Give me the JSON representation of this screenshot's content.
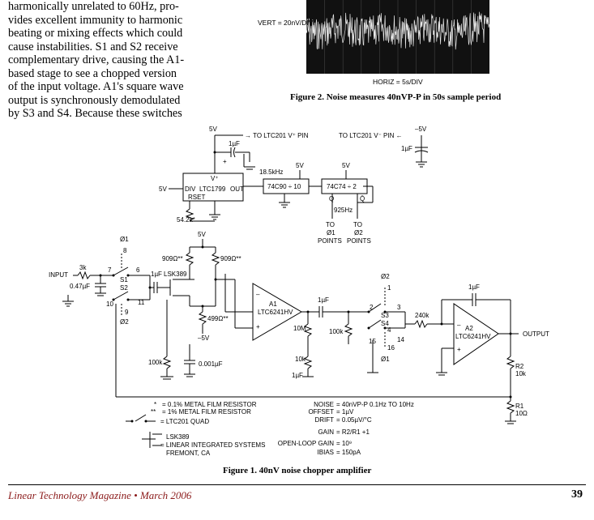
{
  "article_text": [
    "harmonically unrelated to 60Hz, pro-",
    "vides excellent immunity to harmonic",
    "beating or mixing effects which could",
    "cause instabilities. S1 and S2 receive",
    "complementary drive, causing the A1-",
    "based stage to see a chopped version",
    "of the input voltage. A1's square wave",
    "output is synchronously demodulated",
    "by S3 and S4. Because these switches"
  ],
  "figure2": {
    "vert_label": "VERT = 20nV/DIV",
    "horiz_label": "HORIZ = 5s/DIV",
    "caption": "Figure 2. Noise measures 40nVP-P in 50s sample period"
  },
  "figure1": {
    "caption": "Figure 1. 40nV noise chopper amplifier",
    "labels": {
      "v5_top": "5V",
      "to_v_plus": "→ TO LTC201 V⁺ PIN",
      "to_v_minus": "TO LTC201 V⁻ PIN ←",
      "neg5v_top": "–5V",
      "cap_1uf_a": "1µF",
      "cap_1uf_b": "1µF",
      "plus": "+",
      "ltc1799": "LTC1799",
      "vplus": "V⁺",
      "div": "DIV",
      "out": "OUT",
      "rset": "RSET",
      "v5_left": "5V",
      "res_542k": "54.2k*",
      "freq_185": "18.5kHz",
      "v5_mid": "5V",
      "v5_mid2": "5V",
      "c90": "74C90 ÷ 10",
      "c74": "74C74 ÷ 2",
      "q": "Q",
      "qbar": "Q̄",
      "freq_925": "925Hz",
      "to1": "TO",
      "to2": "TO",
      "phi1_points": "Ø1",
      "phi2_points": "Ø2",
      "points1": "POINTS",
      "points2": "POINTS",
      "phi1_a": "Ø1",
      "n8": "8",
      "v5_amp": "5V",
      "r909a": "909Ω**",
      "r909b": "909Ω**",
      "input": "INPUT",
      "r3k": "3k",
      "n7": "7",
      "n6": "6",
      "s1": "S1",
      "s2": "S2",
      "c047": "0.47µF",
      "c1uf_in": "1µF",
      "lsk389": "LSK389",
      "n10": "10",
      "n9": "9",
      "n11": "11",
      "phi2_a": "Ø2",
      "r499": "499Ω**",
      "neg5v": "–5V",
      "a1": "A1",
      "ltc6241a": "LTC6241HV",
      "minus1": "–",
      "plus1": "+",
      "c1uf_mid": "1µF",
      "r10m": "10M",
      "r10k": "10k",
      "c1uf_low": "1µF",
      "r100k_a": "100k",
      "r100k_b": "100k",
      "c0001": "0.001µF",
      "phi2_b": "Ø2",
      "n1": "1",
      "n2": "2",
      "n3": "3",
      "s3": "S3",
      "s4": "S4",
      "n4": "4",
      "n15": "15",
      "n16": "16",
      "n14": "14",
      "phi1_b": "Ø1",
      "r240k": "240k",
      "c1uf_fb": "1µF",
      "a2": "A2",
      "ltc6241b": "LTC6241HV",
      "minus2": "–",
      "plus2": "+",
      "output": "OUTPUT",
      "r2": "R2",
      "r2v": "10k",
      "r1": "R1",
      "r1v": "10Ω"
    },
    "legend": [
      {
        "sym": "*",
        "text": "= 0.1% METAL FILM RESISTOR"
      },
      {
        "sym": "**",
        "text": "= 1% METAL FILM RESISTOR"
      },
      {
        "sym": "",
        "text": "= LTC201 QUAD"
      },
      {
        "sym": "",
        "text": "LSK389"
      },
      {
        "sym": "",
        "text": "= LINEAR INTEGRATED SYSTEMS"
      },
      {
        "sym": "",
        "text": "FREMONT, CA"
      }
    ],
    "specs": [
      {
        "k": "NOISE",
        "v": "= 40nVP-P 0.1Hz TO 10Hz"
      },
      {
        "k": "OFFSET",
        "v": "= 1µV"
      },
      {
        "k": "DRIFT",
        "v": "= 0.05µV/°C"
      },
      {
        "k": "GAIN",
        "v": "= R2/R1 +1"
      },
      {
        "k": "OPEN-LOOP GAIN",
        "v": "= 10⁹"
      },
      {
        "k": "IBIAS",
        "v": "= 150pA"
      }
    ]
  },
  "footer": {
    "magazine": "Linear Technology Magazine • March 2006",
    "page": "39"
  }
}
